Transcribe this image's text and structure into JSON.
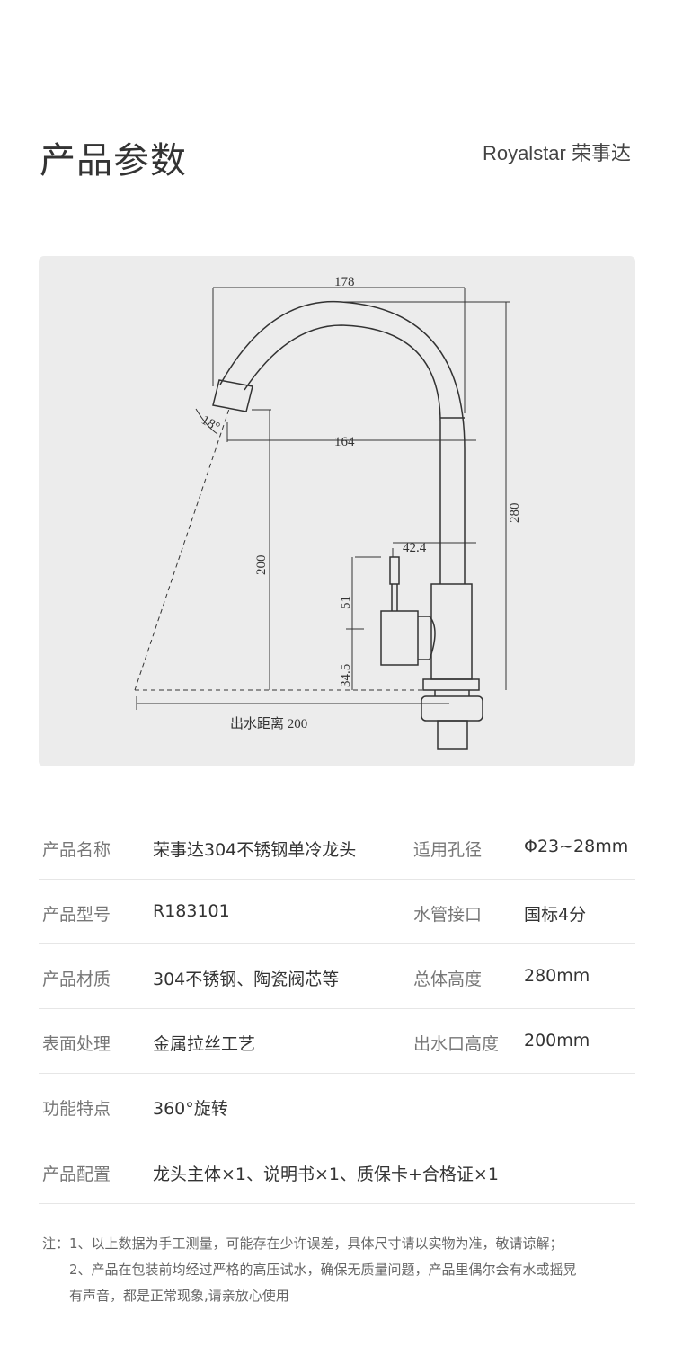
{
  "header": {
    "title": "产品参数",
    "brand": "Royalstar 荣事达"
  },
  "diagram": {
    "dims": {
      "width_total": "178",
      "reach": "164",
      "height_total": "280",
      "spout_height": "200",
      "handle_offset": "42.4",
      "handle_len": "51",
      "handle_base": "34.5",
      "angle": "18°",
      "outflow": "出水距离 200"
    }
  },
  "specs": [
    {
      "label": "产品名称",
      "value": "荣事达304不锈钢单冷龙头",
      "label2": "适用孔径",
      "value2": "Φ23~28mm"
    },
    {
      "label": "产品型号",
      "value": "R183101",
      "label2": "水管接口",
      "value2": "国标4分"
    },
    {
      "label": "产品材质",
      "value": "304不锈钢、陶瓷阀芯等",
      "label2": "总体高度",
      "value2": "280mm"
    },
    {
      "label": "表面处理",
      "value": "金属拉丝工艺",
      "label2": "出水口高度",
      "value2": "200mm"
    },
    {
      "label": "功能特点",
      "value": "360°旋转"
    },
    {
      "label": "产品配置",
      "value": "龙头主体×1、说明书×1、质保卡+合格证×1"
    }
  ],
  "notes": [
    "注：1、以上数据为手工测量，可能存在少许误差，具体尺寸请以实物为准，敬请谅解；",
    "2、产品在包装前均经过严格的高压试水，确保无质量问题，产品里偶尔会有水或摇晃",
    "有声音，都是正常现象,请亲放心使用"
  ]
}
